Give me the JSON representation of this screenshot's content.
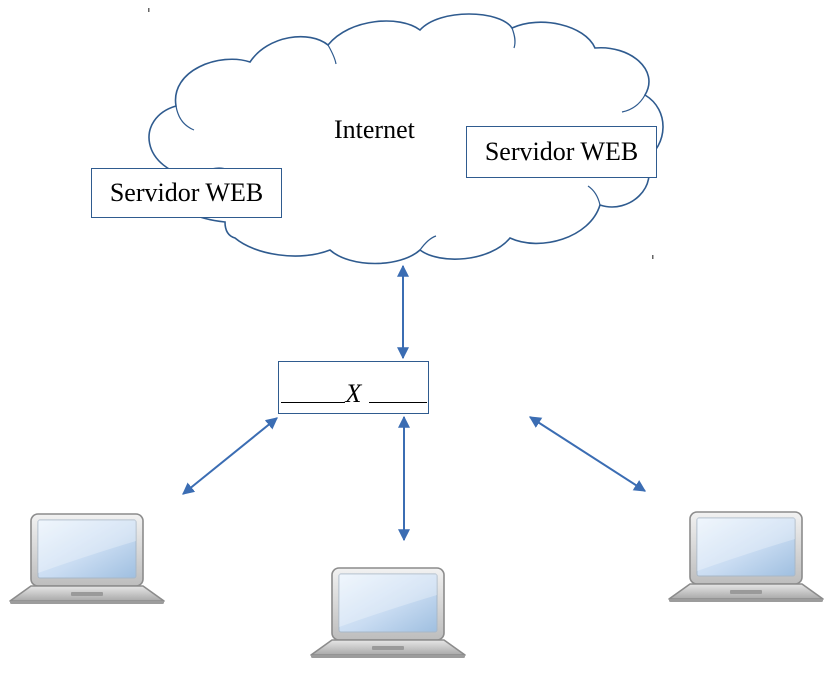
{
  "cloud": {
    "label": "Internet"
  },
  "servers": [
    {
      "label": "Servidor WEB"
    },
    {
      "label": "Servidor WEB"
    }
  ],
  "proxy": {
    "label": "X"
  },
  "colors": {
    "stroke": "#2f5b8f",
    "arrow": "#3b6db3",
    "laptop_screen_light": "#dbe9f7",
    "laptop_screen_dark": "#9fbfe0",
    "laptop_body": "#c8c8c8"
  },
  "icons": [
    "cloud-icon",
    "laptop-icon",
    "laptop-icon",
    "laptop-icon"
  ]
}
